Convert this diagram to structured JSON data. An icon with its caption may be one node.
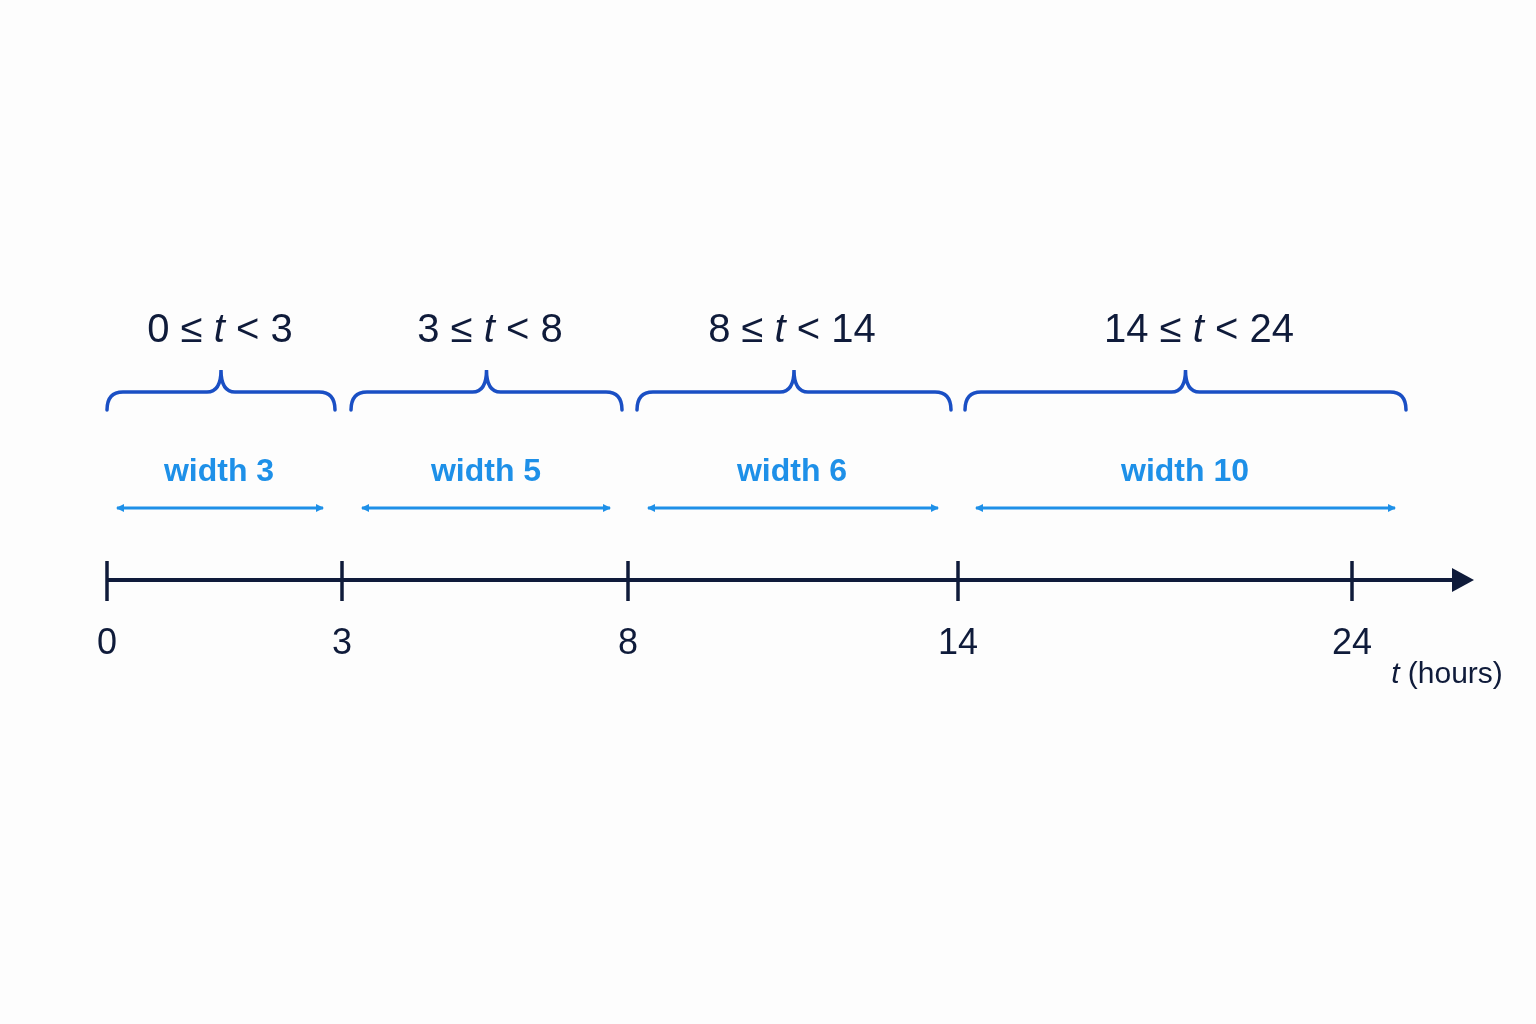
{
  "diagram": {
    "labels": [
      "0 ≤ *t* < 3",
      "3 ≤ *t* < 8",
      "8 ≤ *t* < 14",
      "14 ≤ *t* < 24",
      "width 3",
      "width 5",
      "width 6",
      "width 10",
      "0",
      "3",
      "8",
      "14",
      "24",
      "*t* (hours)"
    ]
  }
}
